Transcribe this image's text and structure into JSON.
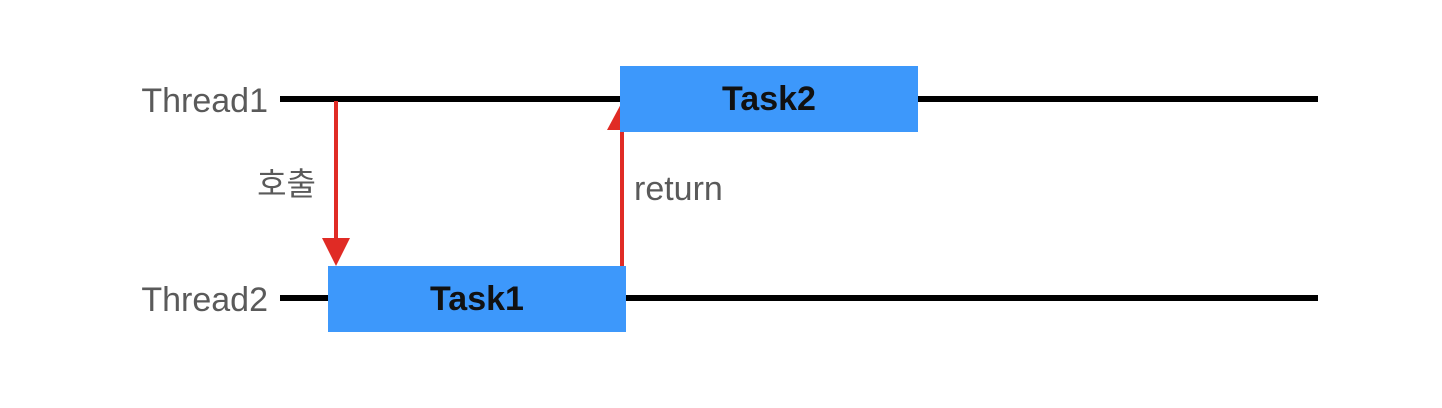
{
  "threads": {
    "thread1": "Thread1",
    "thread2": "Thread2"
  },
  "tasks": {
    "task1": "Task1",
    "task2": "Task2"
  },
  "arrows": {
    "call_label": "호출",
    "return_label": "return"
  },
  "colors": {
    "task_fill": "#3d98fb",
    "arrow": "#e02b25",
    "timeline": "#000000",
    "label_text": "#5a5a5a"
  }
}
